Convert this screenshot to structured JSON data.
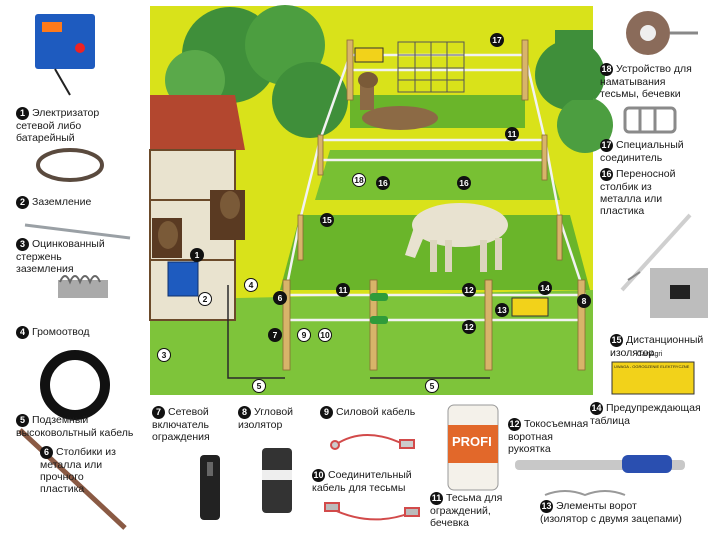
{
  "colors": {
    "field_yellow": "#d9e21a",
    "grass_green": "#6ab52a",
    "tree_green": "#3f8f3a",
    "post_wood": "#d8b46a",
    "barn_red": "#b3472f",
    "energizer_blue": "#1e5bbf",
    "tape_white": "#f2f2f2",
    "badge_black": "#111111"
  },
  "items": [
    {
      "num": "1",
      "text": [
        "Электризатор",
        "сетевой либо",
        "батарейный"
      ]
    },
    {
      "num": "2",
      "text": [
        "Заземление"
      ]
    },
    {
      "num": "3",
      "text": [
        "Оцинкованный",
        "стержень",
        "заземления"
      ]
    },
    {
      "num": "4",
      "text": [
        "Громоотвод"
      ]
    },
    {
      "num": "5",
      "text": [
        "Подземный",
        "высоковольтный кабель"
      ]
    },
    {
      "num": "6",
      "text": [
        "Столбики из",
        "металла или",
        "прочного",
        "пластика"
      ]
    },
    {
      "num": "7",
      "text": [
        "Сетевой",
        "включатель",
        "ограждения"
      ]
    },
    {
      "num": "8",
      "text": [
        "Угловой",
        "изолятор"
      ]
    },
    {
      "num": "9",
      "text": [
        "Силовой кабель"
      ]
    },
    {
      "num": "10",
      "text": [
        "Соединительный",
        "кабель для тесьмы"
      ]
    },
    {
      "num": "11",
      "text": [
        "Тесьма для",
        "ограждений,",
        "бечевка"
      ]
    },
    {
      "num": "12",
      "text": [
        "Токосъемная",
        "воротная",
        "рукоятка"
      ]
    },
    {
      "num": "13",
      "text": [
        "Элементы ворот",
        "(изолятор с двумя зацепами)"
      ]
    },
    {
      "num": "14",
      "text": [
        "Предупреждающая",
        "таблица"
      ]
    },
    {
      "num": "15",
      "text": [
        "Дистанционный",
        "изолятор"
      ]
    },
    {
      "num": "16",
      "text": [
        "Переносной",
        "столбик из",
        "металла или",
        "пластика"
      ]
    },
    {
      "num": "17",
      "text": [
        "Специальный",
        "соединитель"
      ]
    },
    {
      "num": "18",
      "text": [
        "Устройство для",
        "наматывания",
        "тесьмы, бечевки"
      ]
    }
  ],
  "pins": [
    "1",
    "2",
    "3",
    "4",
    "5",
    "5",
    "6",
    "7",
    "8",
    "9",
    "10",
    "11",
    "11",
    "12",
    "12",
    "13",
    "14",
    "15",
    "16",
    "16",
    "17",
    "18"
  ],
  "product_text": {
    "tape_brand": "PROFI",
    "brand_mark": "CanAgri",
    "sign_header": "UWAGA - OGRODZENIE ELEKTRYCZNE"
  }
}
